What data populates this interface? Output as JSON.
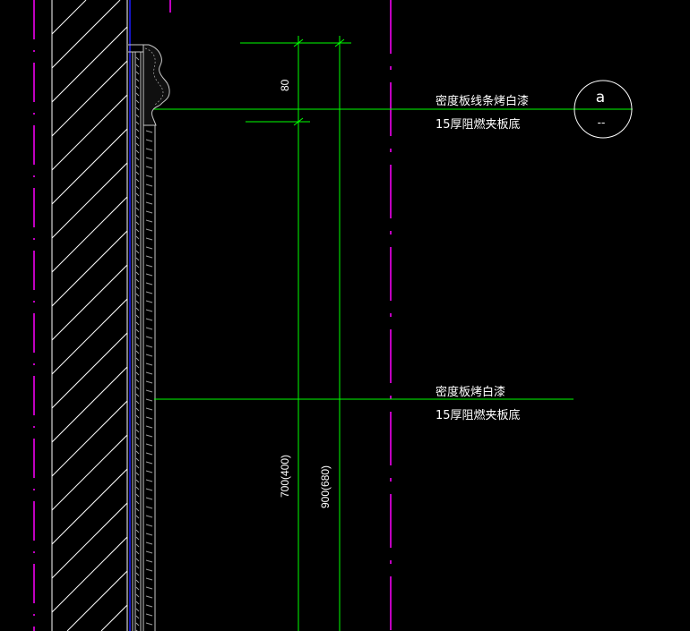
{
  "colors": {
    "background": "#000000",
    "hatch": "#ffffff",
    "wall_line": "#ffffff",
    "blue_line": "#1a1aff",
    "magenta_line": "#ff00ff",
    "green_line": "#00ff00",
    "panel_line": "#c8c8c8",
    "text": "#ffffff"
  },
  "annotations": [
    {
      "id": "callout-top",
      "line1": "密度板线条烤白漆",
      "line2": "15厚阻燃夹板底"
    },
    {
      "id": "callout-mid",
      "line1": "密度板烤白漆",
      "line2": "15厚阻燃夹板底"
    }
  ],
  "dimensions": {
    "top": "80",
    "left_vertical": "700(400)",
    "right_vertical": "900(680)"
  },
  "section_marker": {
    "top": "a",
    "bottom": "--"
  }
}
